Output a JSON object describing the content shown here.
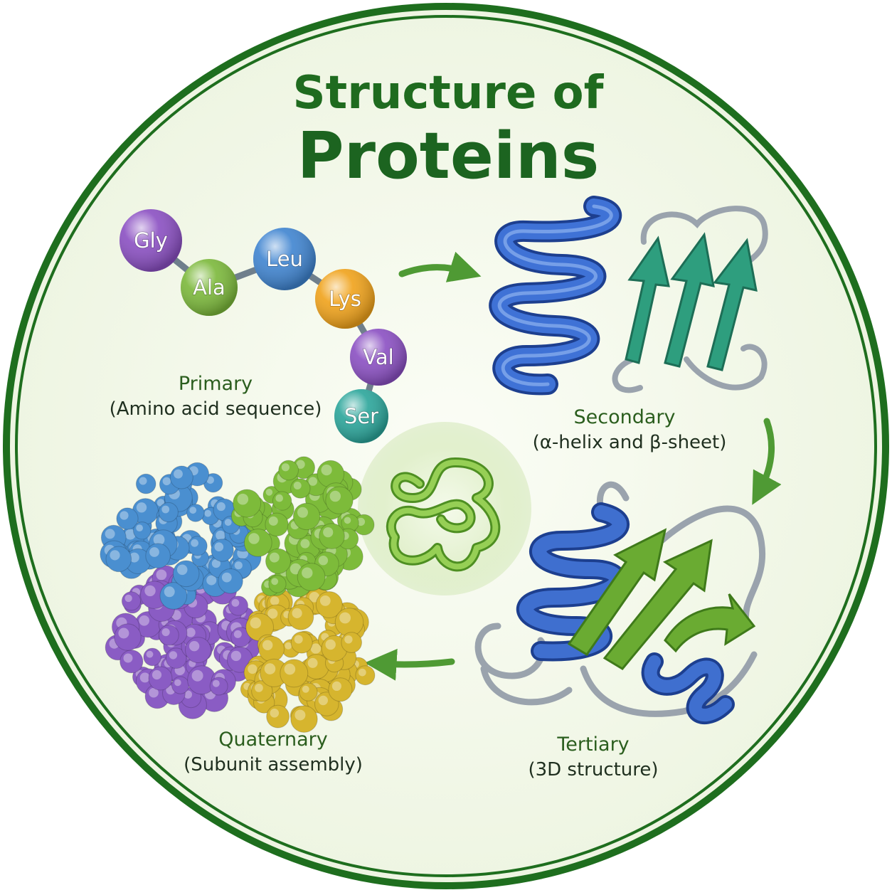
{
  "title": {
    "line1": "Structure of",
    "line2": "Proteins"
  },
  "colors": {
    "frame": "#1e6e1e",
    "background": "#f3f8ea",
    "helix_blue": "#2f5fbf",
    "sheet_teal": "#2e9e7e",
    "sheet_green": "#6aab32",
    "coil_gray": "#9aa3ad",
    "arrow_green": "#4f9a34",
    "subunit_blue": "#4a8fd0",
    "subunit_green": "#7dbb3a",
    "subunit_purple": "#8a5cc4",
    "subunit_yellow": "#d6b52e"
  },
  "amino_acids": [
    {
      "label": "Gly",
      "color": "#8a4fc2"
    },
    {
      "label": "Ala",
      "color": "#7bb83a"
    },
    {
      "label": "Leu",
      "color": "#3f84d0"
    },
    {
      "label": "Lys",
      "color": "#f0a21a"
    },
    {
      "label": "Val",
      "color": "#8a4fc2"
    },
    {
      "label": "Ser",
      "color": "#2aa59a"
    }
  ],
  "levels": {
    "primary": {
      "name": "Primary",
      "subtitle": "(Amino acid sequence)"
    },
    "secondary": {
      "name": "Secondary",
      "subtitle": "(α-helix and β-sheet)"
    },
    "tertiary": {
      "name": "Tertiary",
      "subtitle": "(3D structure)"
    },
    "quaternary": {
      "name": "Quaternary",
      "subtitle": "(Subunit assembly)"
    }
  }
}
